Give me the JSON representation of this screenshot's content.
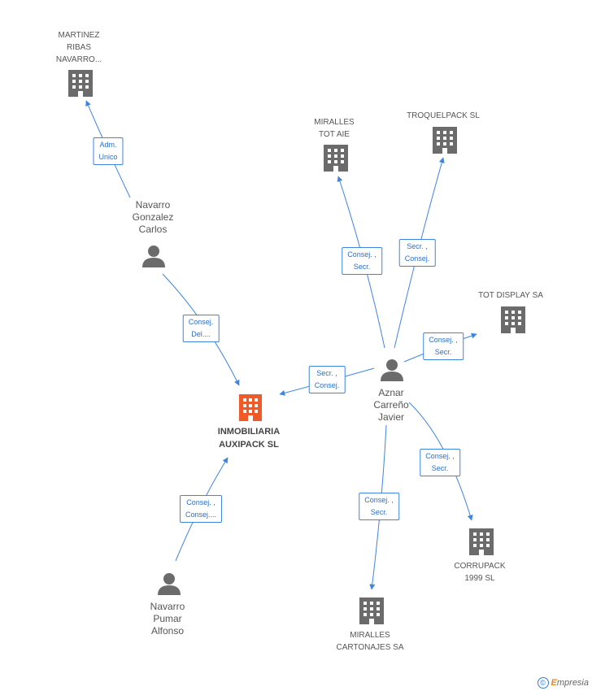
{
  "nodes": {
    "main_company": {
      "label": "INMOBILIARIA\nAUXIPACK SL",
      "icon": "building-icon",
      "color": "#f05a28"
    },
    "martinez": {
      "label": "MARTINEZ\nRIBAS\nNAVARRO...",
      "icon": "building-icon"
    },
    "miralles_tot": {
      "label": "MIRALLES\nTOT AIE",
      "icon": "building-icon"
    },
    "troquelpack": {
      "label": "TROQUELPACK SL",
      "icon": "building-icon"
    },
    "tot_display": {
      "label": "TOT DISPLAY SA",
      "icon": "building-icon"
    },
    "corrupack": {
      "label": "CORRUPACK\n1999 SL",
      "icon": "building-icon"
    },
    "miralles_cart": {
      "label": "MIRALLES\nCARTONAJES SA",
      "icon": "building-icon"
    },
    "navarro_gonzalez": {
      "label": "Navarro\nGonzalez\nCarlos",
      "icon": "person-icon"
    },
    "aznar": {
      "label": "Aznar\nCarreño\nJavier",
      "icon": "person-icon"
    },
    "navarro_pumar": {
      "label": "Navarro\nPumar\nAlfonso",
      "icon": "person-icon"
    }
  },
  "edges": {
    "ng_to_martinez": "Adm.\nUnico",
    "ng_to_main": "Consej.\nDel....",
    "np_to_main": "Consej. ,\nConsej....",
    "az_to_main": "Secr. ,\nConsej.",
    "az_to_miralles_tot": "Consej. ,\nSecr.",
    "az_to_troquelpack": "Secr. ,\nConsej.",
    "az_to_tot_display": "Consej. ,\nSecr.",
    "az_to_corrupack": "Consej. ,\nSecr.",
    "az_to_miralles_cart": "Consej. ,\nSecr."
  },
  "colors": {
    "edge": "#3d85e0",
    "icon_gray": "#6b6b6b",
    "main_orange": "#f05a28"
  },
  "footer": {
    "copyright_symbol": "©",
    "brand_first": "E",
    "brand_rest": "mpresia"
  }
}
